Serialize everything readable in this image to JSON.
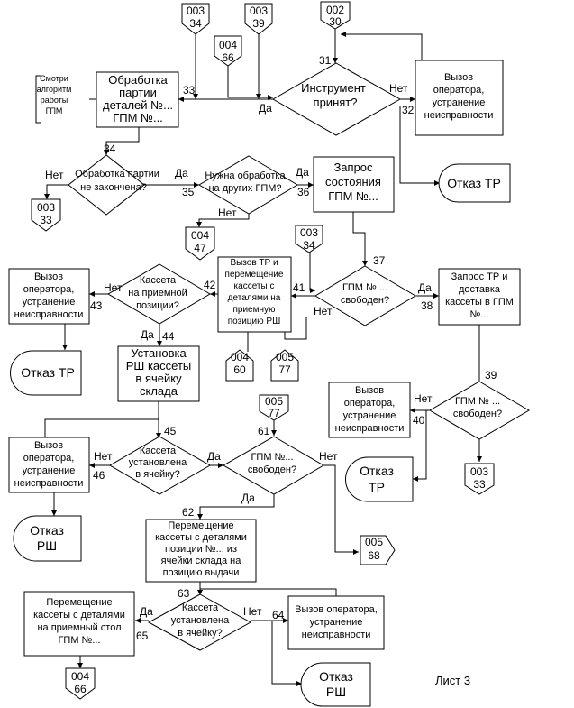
{
  "connectors": {
    "c1": [
      "003",
      "34"
    ],
    "c2": [
      "003",
      "39"
    ],
    "c3": [
      "002",
      "30"
    ],
    "c4": [
      "004",
      "66"
    ],
    "c5": [
      "003",
      "33"
    ],
    "c6": [
      "004",
      "47"
    ],
    "c7": [
      "003",
      "34"
    ],
    "c8": [
      "004",
      "60"
    ],
    "c9": [
      "005",
      "77"
    ],
    "c10": [
      "005",
      "77"
    ],
    "c11": [
      "003",
      "33"
    ],
    "c12": [
      "005",
      "68"
    ],
    "c13": [
      "004",
      "66"
    ]
  },
  "nodes": {
    "see_algo": [
      "Смотри",
      "алгоритм",
      "работы",
      "ГПМ"
    ],
    "process_batch": [
      "Обработка",
      "партии",
      "деталей №...",
      "ГПМ №..."
    ],
    "tool_accepted": [
      "Инструмент",
      "принят?"
    ],
    "call_op_1": [
      "Вызов",
      "оператора,",
      "устранение",
      "неисправности"
    ],
    "reject_tr_1": [
      "Отказ ТР"
    ],
    "batch_not_done": [
      "Обработка партии",
      "не закончена?"
    ],
    "other_gpm": [
      "Нужна обработка",
      "на других ГПМ?"
    ],
    "request_status": [
      "Запрос",
      "состояния",
      "ГПМ №..."
    ],
    "call_tr_move": [
      "Вызов ТР и",
      "перемещение",
      "кассеты с",
      "деталями на",
      "приемную",
      "позицию РШ"
    ],
    "gpm_free_1": [
      "ГПМ № ...",
      "свободен?"
    ],
    "request_tr_deliver": [
      "Запрос ТР и",
      "доставка",
      "кассеты в ГПМ",
      "№..."
    ],
    "call_op_2": [
      "Вызов",
      "оператора,",
      "устранение",
      "неисправности"
    ],
    "cassette_on_receiving": [
      "Кассета",
      "на приемной",
      "позиции?"
    ],
    "reject_tr_2": [
      "Отказ ТР"
    ],
    "install_rsh": [
      "Установка",
      "РШ кассеты",
      "в ячейку",
      "склада"
    ],
    "call_op_3": [
      "Вызов",
      "оператора,",
      "устранение",
      "неисправности"
    ],
    "gpm_free_2": [
      "ГПМ № ...",
      "свободен?"
    ],
    "call_op_4": [
      "Вызов",
      "оператора,",
      "устранение",
      "неисправности"
    ],
    "cassette_installed_1": [
      "Кассета",
      "установлена",
      "в ячейку?"
    ],
    "gpm_free_3": [
      "ГПМ №...",
      "свободен?"
    ],
    "reject_tr_3": [
      "Отказ",
      "ТР"
    ],
    "reject_rsh_1": [
      "Отказ",
      "РШ"
    ],
    "move_to_output": [
      "Перемещение",
      "кассеты с деталями",
      "позиции №... из",
      "ячейки склада на",
      "позицию выдачи"
    ],
    "move_to_table": [
      "Перемещение",
      "кассеты с деталями",
      "на приемный стол",
      "ГПМ  №..."
    ],
    "cassette_installed_2": [
      "Кассета",
      "установлена",
      "в ячейку?"
    ],
    "call_op_5": [
      "Вызов оператора,",
      "устранение",
      "неисправности"
    ],
    "reject_rsh_2": [
      "Отказ",
      "РШ"
    ]
  },
  "step_numbers": {
    "n31": "31",
    "n32": "32",
    "n33": "33",
    "n34": "34",
    "n35": "35",
    "n36": "36",
    "n37": "37",
    "n38": "38",
    "n39": "39",
    "n40": "40",
    "n41": "41",
    "n42": "42",
    "n43": "43",
    "n44": "44",
    "n45": "45",
    "n46": "46",
    "n61": "61",
    "n62": "62",
    "n63": "63",
    "n64": "64",
    "n65": "65"
  },
  "yes": "Да",
  "no": "Нет",
  "sheet": "Лист 3"
}
